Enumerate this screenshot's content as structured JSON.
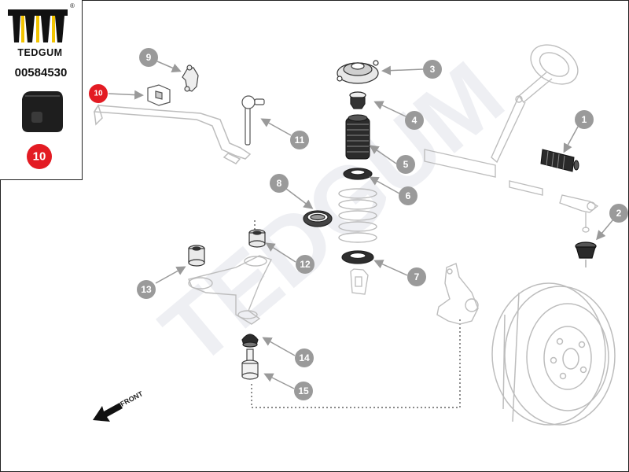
{
  "brand": {
    "name": "TEDGUM",
    "part_number": "00584530",
    "highlight_callout": "10",
    "registered_mark": "®"
  },
  "watermark": "TEDGUM",
  "front_label": "FRONT",
  "callouts": [
    "1",
    "2",
    "3",
    "4",
    "5",
    "6",
    "7",
    "8",
    "9",
    "10",
    "11",
    "12",
    "13",
    "14",
    "15"
  ],
  "colors": {
    "callout_gray": "#9a9a9a",
    "callout_highlight": "#e31b23",
    "line_art": "#bdbdbd",
    "dark_part": "#222222"
  }
}
